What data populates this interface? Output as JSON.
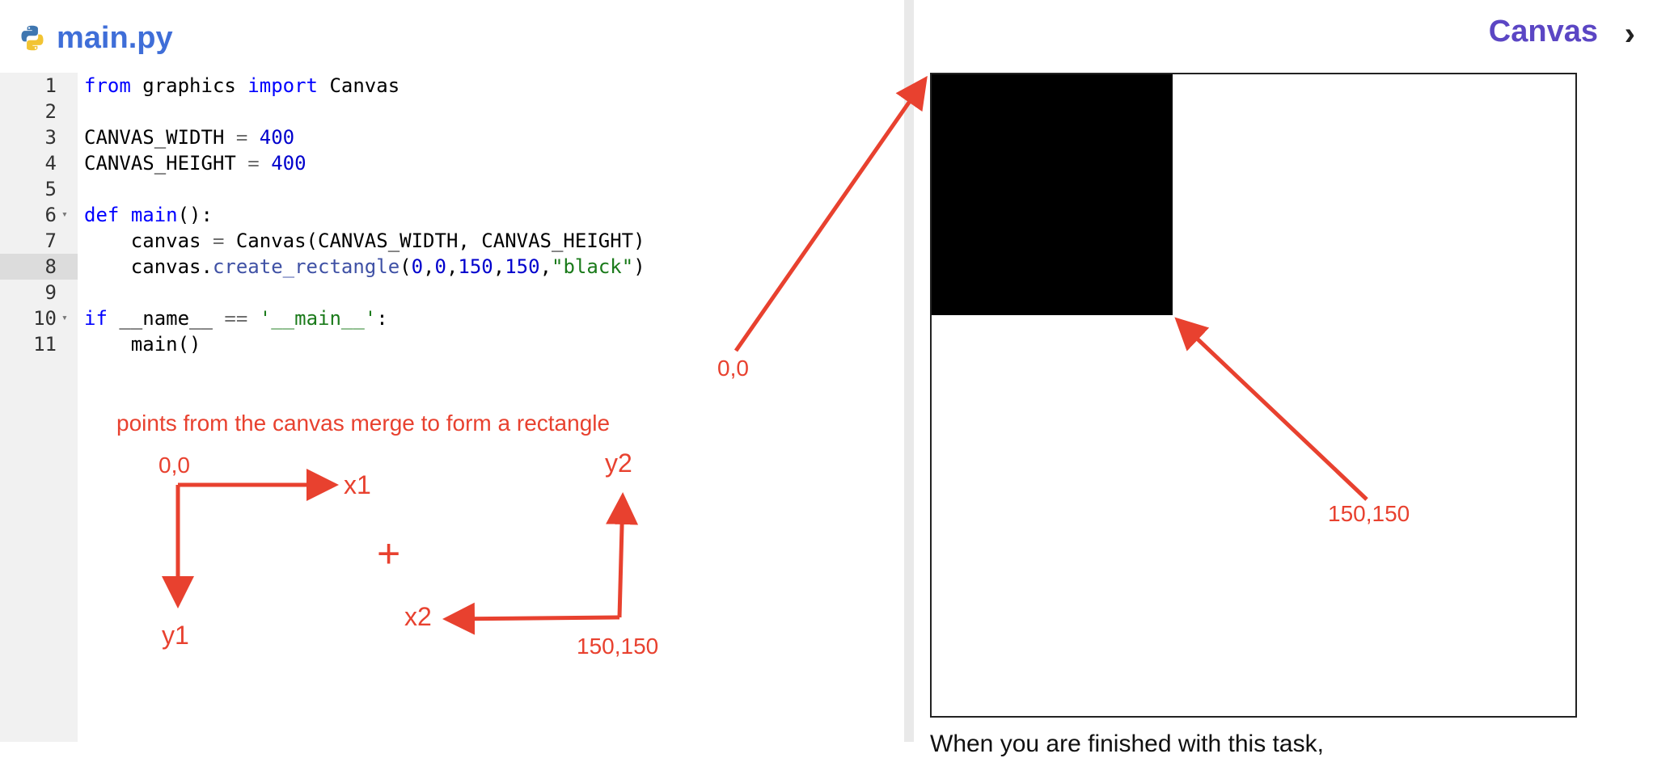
{
  "editor": {
    "file_name": "main.py",
    "icon": "python-icon",
    "active_line": 8,
    "lines": [
      {
        "no": "1",
        "fold": false,
        "tokens": [
          {
            "t": "from",
            "c": "kw"
          },
          {
            "t": " graphics ",
            "c": ""
          },
          {
            "t": "import",
            "c": "kw"
          },
          {
            "t": " Canvas",
            "c": ""
          }
        ]
      },
      {
        "no": "2",
        "fold": false,
        "tokens": []
      },
      {
        "no": "3",
        "fold": false,
        "tokens": [
          {
            "t": "CANVAS_WIDTH ",
            "c": ""
          },
          {
            "t": "=",
            "c": "op"
          },
          {
            "t": " ",
            "c": ""
          },
          {
            "t": "400",
            "c": "num"
          }
        ]
      },
      {
        "no": "4",
        "fold": false,
        "tokens": [
          {
            "t": "CANVAS_HEIGHT ",
            "c": ""
          },
          {
            "t": "=",
            "c": "op"
          },
          {
            "t": " ",
            "c": ""
          },
          {
            "t": "400",
            "c": "num"
          }
        ]
      },
      {
        "no": "5",
        "fold": false,
        "tokens": []
      },
      {
        "no": "6",
        "fold": true,
        "tokens": [
          {
            "t": "def",
            "c": "kw"
          },
          {
            "t": " ",
            "c": ""
          },
          {
            "t": "main",
            "c": "kw"
          },
          {
            "t": "():",
            "c": ""
          }
        ]
      },
      {
        "no": "7",
        "fold": false,
        "tokens": [
          {
            "t": "    canvas ",
            "c": ""
          },
          {
            "t": "=",
            "c": "op"
          },
          {
            "t": " Canvas(CANVAS_WIDTH, CANVAS_HEIGHT)",
            "c": ""
          }
        ]
      },
      {
        "no": "8",
        "fold": false,
        "tokens": [
          {
            "t": "    canvas.",
            "c": ""
          },
          {
            "t": "create_rectangle",
            "c": "fn"
          },
          {
            "t": "(",
            "c": ""
          },
          {
            "t": "0",
            "c": "num"
          },
          {
            "t": ",",
            "c": ""
          },
          {
            "t": "0",
            "c": "num"
          },
          {
            "t": ",",
            "c": ""
          },
          {
            "t": "150",
            "c": "num"
          },
          {
            "t": ",",
            "c": ""
          },
          {
            "t": "150",
            "c": "num"
          },
          {
            "t": ",",
            "c": ""
          },
          {
            "t": "\"black\"",
            "c": "str"
          },
          {
            "t": ")",
            "c": ""
          }
        ]
      },
      {
        "no": "9",
        "fold": false,
        "tokens": []
      },
      {
        "no": "10",
        "fold": true,
        "tokens": [
          {
            "t": "if",
            "c": "kw"
          },
          {
            "t": " __name__ ",
            "c": ""
          },
          {
            "t": "==",
            "c": "op"
          },
          {
            "t": " ",
            "c": ""
          },
          {
            "t": "'__main__'",
            "c": "str"
          },
          {
            "t": ":",
            "c": ""
          }
        ]
      },
      {
        "no": "11",
        "fold": false,
        "tokens": [
          {
            "t": "    main()",
            "c": ""
          }
        ]
      }
    ]
  },
  "output_panel": {
    "title": "Canvas",
    "chevron_icon": "chevron-right-icon",
    "canvas_fill": "#000000",
    "bottom_text": "When you are finished with this task,"
  },
  "annotations": {
    "caption": "points from the canvas merge to form a rectangle",
    "origin_label": "0,0",
    "x1": "x1",
    "y1": "y1",
    "plus": "+",
    "x2": "x2",
    "y2": "y2",
    "corner_label": "150,150",
    "canvas_origin_label": "0,0",
    "canvas_corner_label": "150,150"
  },
  "colors": {
    "accent_file": "#3f6ed8",
    "accent_title": "#5b46c4",
    "annotation_red": "#e8412f"
  }
}
